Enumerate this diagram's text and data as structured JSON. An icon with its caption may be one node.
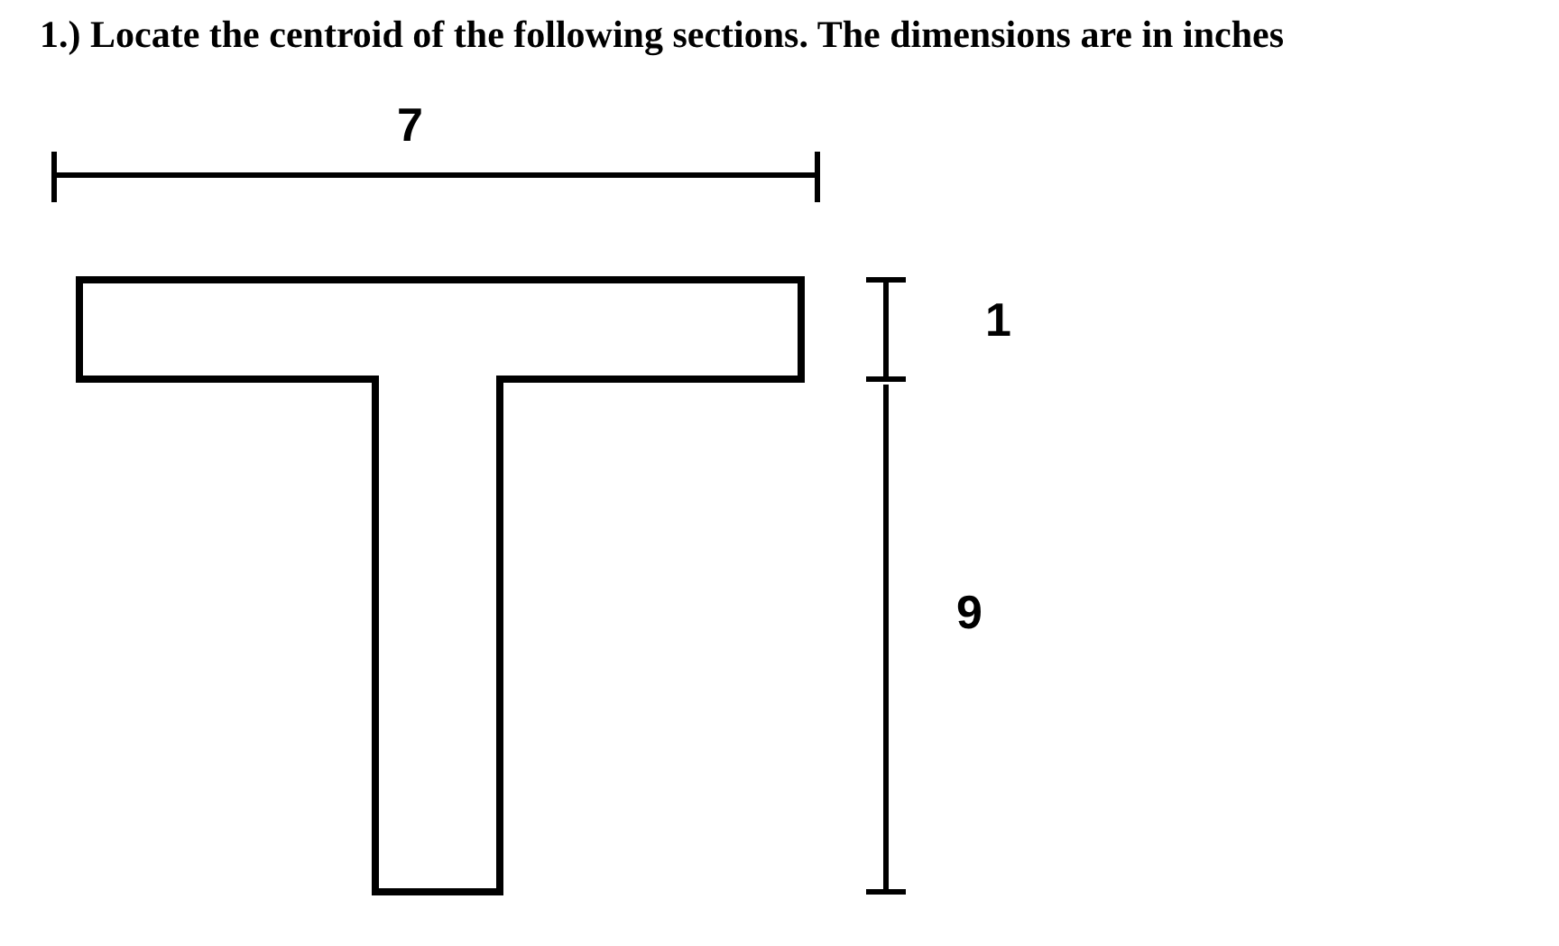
{
  "diagram": {
    "title": "1.) Locate the centroid of the following sections. The dimensions are in inches",
    "labels": [
      "7",
      "1",
      "9"
    ]
  }
}
